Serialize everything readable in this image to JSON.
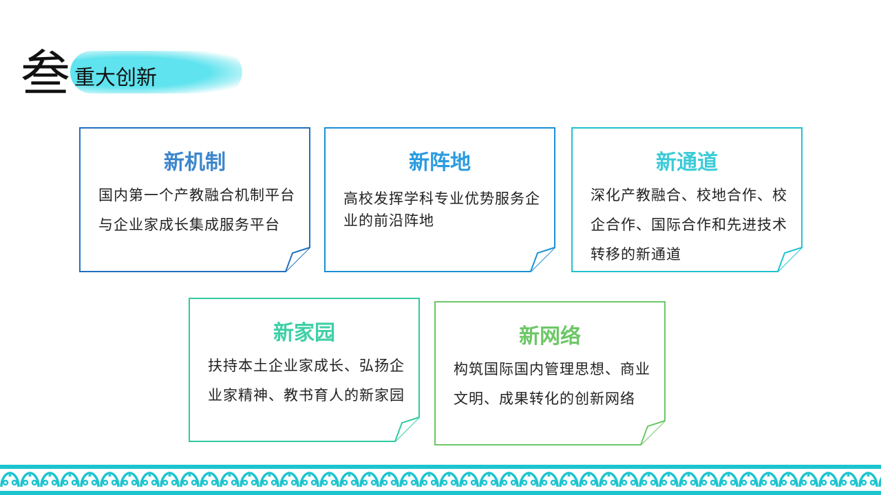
{
  "header": {
    "number": "叁",
    "title": "重大创新"
  },
  "cards": [
    {
      "title": "新机制",
      "body": "国内第一个产教融合机制平台与企业家成长集成服务平台",
      "color": "#1f6fbf",
      "title_color": "#3c86cc"
    },
    {
      "title": "新阵地",
      "body": "高校发挥学科专业优势服务企业的前沿阵地",
      "color": "#1a8fd6",
      "title_color": "#2a9be0"
    },
    {
      "title": "新通道",
      "body": "深化产教融合、校地合作、校企合作、国际合作和先进技术转移的新通道",
      "color": "#1fc2d0",
      "title_color": "#3ccbd8"
    },
    {
      "title": "新家园",
      "body": "扶持本土企业家成长、弘扬企业家精神、教书育人的新家园",
      "color": "#2fcaa2",
      "title_color": "#3fcfa6"
    },
    {
      "title": "新网络",
      "body": "构筑国际国内管理思想、商业文明、成果转化的创新网络",
      "color": "#6cc766",
      "title_color": "#6cc766"
    }
  ]
}
